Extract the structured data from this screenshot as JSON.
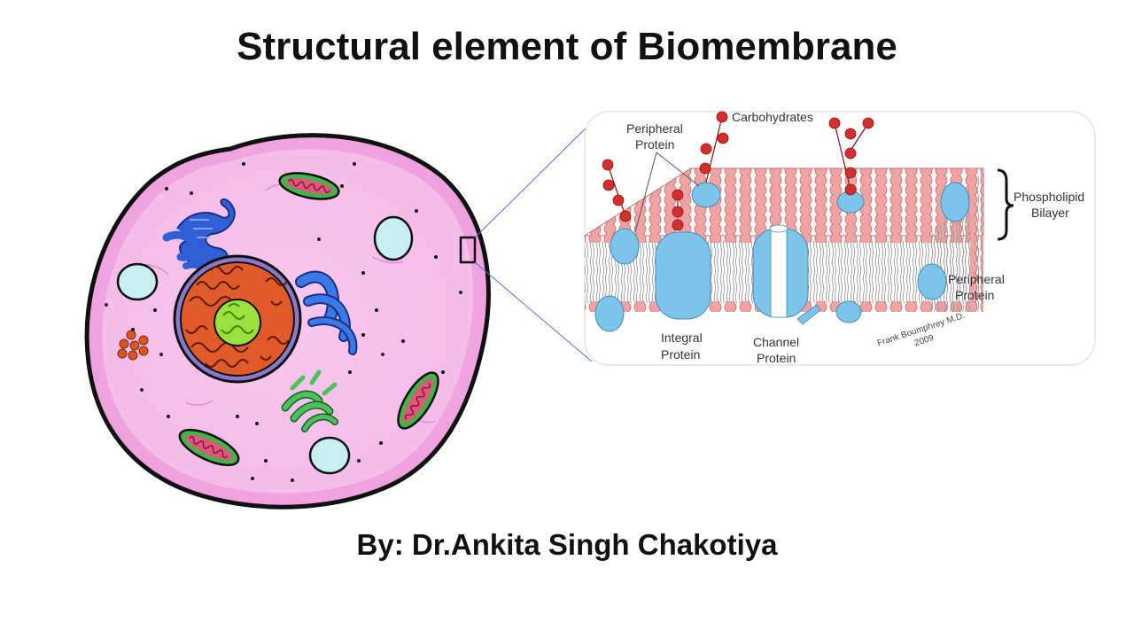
{
  "slide": {
    "title": "Structural element of Biomembrane",
    "byline": "By: Dr.Ankita Singh Chakotiya"
  },
  "membrane_labels": {
    "peripheral_protein_top_line1": "Peripheral",
    "peripheral_protein_top_line2": "Protein",
    "carbohydrates": "Carbohydrates",
    "phospholipid_line1": "Phospholipid",
    "phospholipid_line2": "Bilayer",
    "peripheral_protein_right_line1": "Peripheral",
    "peripheral_protein_right_line2": "Protein",
    "integral_protein_line1": "Integral",
    "integral_protein_line2": "Protein",
    "channel_protein_line1": "Channel",
    "channel_protein_line2": "Protein",
    "signature_line1": "Frank Boumphrey M.D.",
    "signature_line2": "2009"
  },
  "colors": {
    "cell_fill": "#f2b3e6",
    "cell_outline": "#111111",
    "nucleus": "#e05a2a",
    "nucleolus": "#9be03c",
    "golgi": "#2f5fd6",
    "mitochondria": "#3fb54a",
    "vacuole": "#c9eef2",
    "lipid_head": "#f0a3a3",
    "protein": "#7cc4ea",
    "carbohydrate": "#d32f2f"
  }
}
